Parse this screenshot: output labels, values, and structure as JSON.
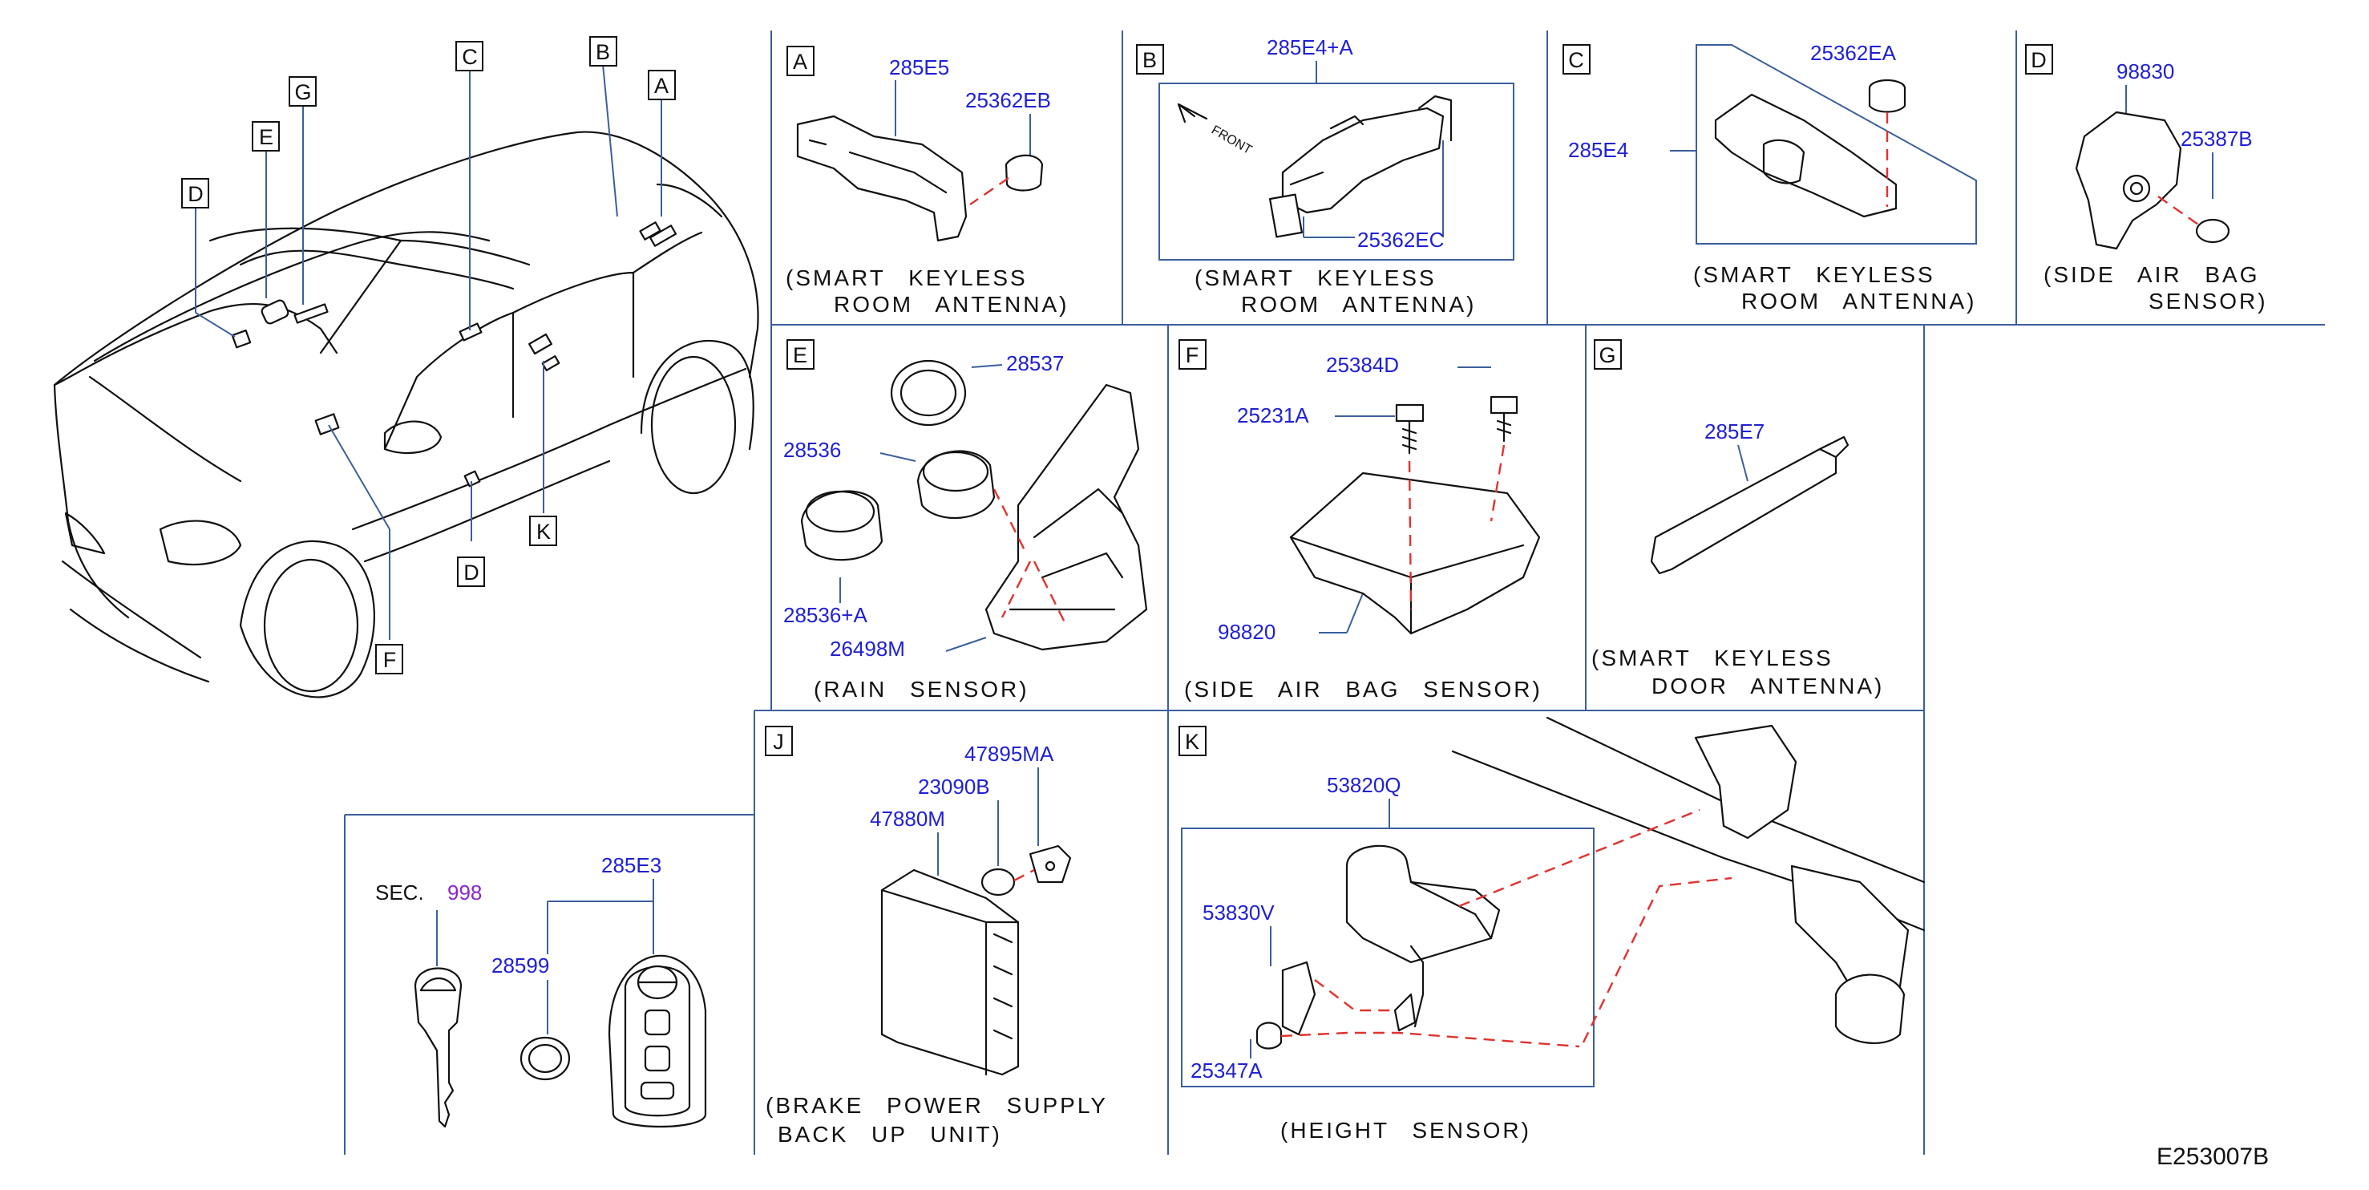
{
  "diagram_code": "E253007B",
  "vehicle_view": {
    "callouts": [
      "A",
      "B",
      "C",
      "D",
      "E",
      "F",
      "G",
      "K",
      "D"
    ]
  },
  "panels": {
    "A": {
      "letter": "A",
      "parts": [
        "285E5",
        "25362EB"
      ],
      "caption": [
        "(SMART KEYLESS",
        "ROOM ANTENNA)"
      ]
    },
    "B": {
      "letter": "B",
      "parts": [
        "285E4+A",
        "25362EC"
      ],
      "front_label": "FRONT",
      "caption": [
        "(SMART KEYLESS",
        "ROOM ANTENNA)"
      ]
    },
    "C": {
      "letter": "C",
      "parts": [
        "25362EA",
        "285E4"
      ],
      "caption": [
        "(SMART KEYLESS",
        "ROOM ANTENNA)"
      ]
    },
    "D": {
      "letter": "D",
      "parts": [
        "98830",
        "25387B"
      ],
      "caption": [
        "(SIDE AIR BAG",
        "SENSOR)"
      ]
    },
    "E": {
      "letter": "E",
      "parts": [
        "28537",
        "28536",
        "28536+A",
        "26498M"
      ],
      "caption": [
        "(RAIN SENSOR)"
      ]
    },
    "F": {
      "letter": "F",
      "parts": [
        "25384D",
        "25231A",
        "98820"
      ],
      "caption": [
        "(SIDE AIR BAG SENSOR)"
      ]
    },
    "G": {
      "letter": "G",
      "parts": [
        "285E7"
      ],
      "caption": [
        "(SMART KEYLESS",
        "DOOR ANTENNA)"
      ]
    },
    "J": {
      "letter": "J",
      "parts": [
        "47895MA",
        "23090B",
        "47880M"
      ],
      "caption": [
        "(BRAKE POWER SUPPLY",
        "BACK UP UNIT)"
      ]
    },
    "K": {
      "letter": "K",
      "parts": [
        "53820Q",
        "53830V",
        "25347A"
      ],
      "caption": [
        "(HEIGHT SENSOR)"
      ]
    },
    "key": {
      "sec_label": "SEC.",
      "sec_number": "998",
      "parts": [
        "285E3",
        "28599"
      ]
    }
  },
  "colors": {
    "part_number": "#1f1fd6",
    "section_ref": "#8b25c9",
    "frame": "#3c5f9c",
    "dash": "#e0322e",
    "ink": "#111111"
  }
}
